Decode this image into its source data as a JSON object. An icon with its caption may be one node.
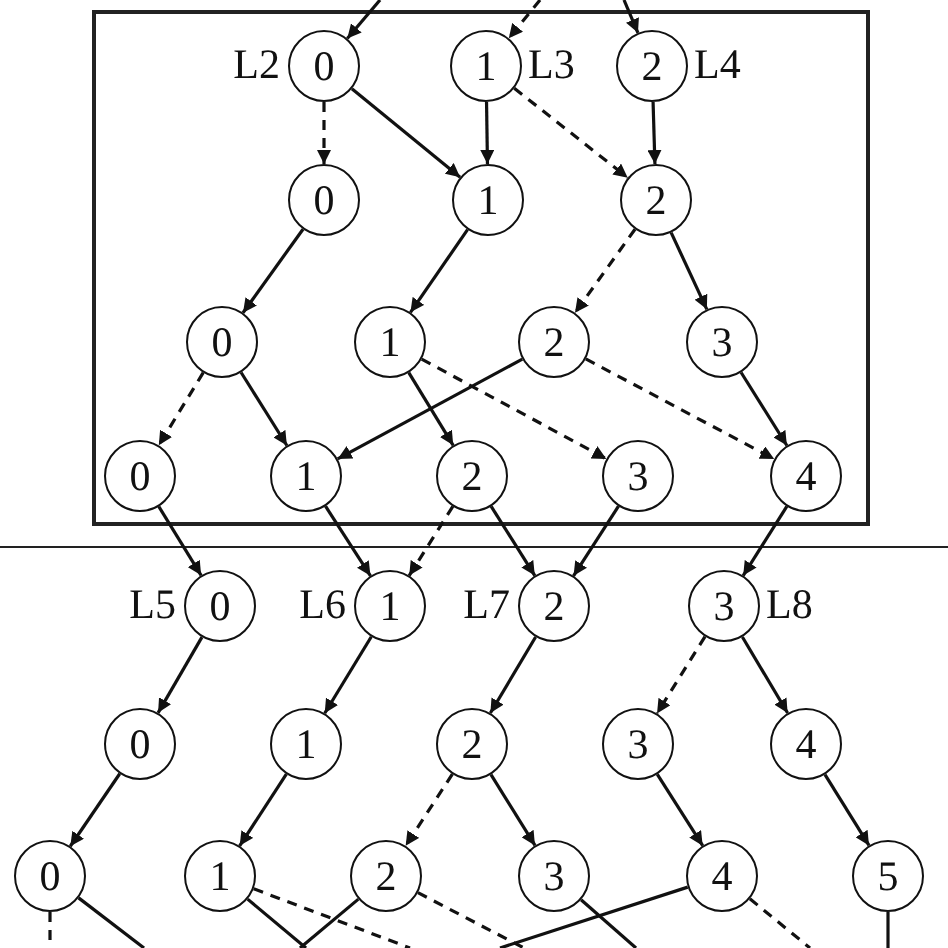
{
  "diagram": {
    "nodes": [
      {
        "text": [],
        "shape": "box"
      },
      {
        "text": [
          "0"
        ],
        "in": 0,
        "beside": [
          "L2"
        ]
      },
      {
        "text": [
          "1"
        ],
        "in": 0,
        "beside": [
          "L3"
        ]
      },
      {
        "text": [
          "2"
        ],
        "in": 0,
        "beside": [
          "L4"
        ]
      },
      {
        "text": [
          "0"
        ],
        "in": 0
      },
      {
        "text": [
          "1"
        ],
        "in": 0
      },
      {
        "text": [
          "2"
        ],
        "in": 0
      },
      {
        "text": [
          "0"
        ],
        "in": 0
      },
      {
        "text": [
          "1"
        ],
        "in": 0
      },
      {
        "text": [
          "2"
        ],
        "in": 0
      },
      {
        "text": [
          "3"
        ],
        "in": 0
      },
      {
        "text": [
          "0"
        ],
        "in": 0
      },
      {
        "text": [
          "1"
        ],
        "in": 0
      },
      {
        "text": [
          "2"
        ],
        "in": 0
      },
      {
        "text": [
          "3"
        ],
        "in": 0
      },
      {
        "text": [
          "4"
        ],
        "in": 0
      },
      {
        "text": [
          "0"
        ],
        "beside": [
          "L5"
        ]
      },
      {
        "text": [
          "1"
        ],
        "beside": [
          "L6"
        ]
      },
      {
        "text": [
          "2"
        ],
        "beside": [
          "L7"
        ]
      },
      {
        "text": [
          "3"
        ],
        "beside": [
          "L8"
        ]
      },
      {
        "text": [
          "0"
        ]
      },
      {
        "text": [
          "1"
        ]
      },
      {
        "text": [
          "2"
        ]
      },
      {
        "text": [
          "3"
        ]
      },
      {
        "text": [
          "4"
        ]
      },
      {
        "text": [
          "0"
        ]
      },
      {
        "text": [
          "1"
        ]
      },
      {
        "text": [
          "2"
        ]
      },
      {
        "text": [
          "3"
        ]
      },
      {
        "text": [
          "4"
        ]
      },
      {
        "text": [
          "5"
        ]
      }
    ],
    "edges": [
      {
        "from": null,
        "to": 1,
        "arrow": "to"
      },
      {
        "from": null,
        "to": 2,
        "arrow": "to",
        "style": "dashed"
      },
      {
        "from": null,
        "to": 3,
        "arrow": "to"
      },
      {
        "from": 1,
        "to": 4,
        "arrow": "to",
        "style": "dashed"
      },
      {
        "from": 1,
        "to": 5,
        "arrow": "to"
      },
      {
        "from": 2,
        "to": 5,
        "arrow": "to"
      },
      {
        "from": 2,
        "to": 6,
        "arrow": "to",
        "style": "dashed"
      },
      {
        "from": 3,
        "to": 6,
        "arrow": "to"
      },
      {
        "from": 4,
        "to": 7,
        "arrow": "to"
      },
      {
        "from": 5,
        "to": 8,
        "arrow": "to"
      },
      {
        "from": 6,
        "to": 9,
        "arrow": "to",
        "style": "dashed"
      },
      {
        "from": 6,
        "to": 10,
        "arrow": "to"
      },
      {
        "from": 7,
        "to": 11,
        "arrow": "to",
        "style": "dashed"
      },
      {
        "from": 7,
        "to": 12,
        "arrow": "to"
      },
      {
        "from": 8,
        "to": 13,
        "arrow": "to"
      },
      {
        "from": 8,
        "to": 14,
        "arrow": "to",
        "style": "dashed"
      },
      {
        "from": 9,
        "to": 12,
        "arrow": "to"
      },
      {
        "from": 9,
        "to": 15,
        "arrow": "to",
        "style": "dashed"
      },
      {
        "from": 10,
        "to": 15,
        "arrow": "to"
      },
      {
        "from": 11,
        "to": 16,
        "arrow": "to"
      },
      {
        "from": 12,
        "to": 17,
        "arrow": "to"
      },
      {
        "from": 13,
        "to": 17,
        "arrow": "to",
        "style": "dashed"
      },
      {
        "from": 13,
        "to": 18,
        "arrow": "to"
      },
      {
        "from": 14,
        "to": 18,
        "arrow": "to"
      },
      {
        "from": 15,
        "to": 19,
        "arrow": "to"
      },
      {
        "from": 16,
        "to": 20,
        "arrow": "to"
      },
      {
        "from": 17,
        "to": 21,
        "arrow": "to"
      },
      {
        "from": 18,
        "to": 22,
        "arrow": "to"
      },
      {
        "from": 19,
        "to": 23,
        "arrow": "to",
        "style": "dashed"
      },
      {
        "from": 19,
        "to": 24,
        "arrow": "to"
      },
      {
        "from": 20,
        "to": 25,
        "arrow": "to"
      },
      {
        "from": 21,
        "to": 26,
        "arrow": "to"
      },
      {
        "from": 22,
        "to": 27,
        "arrow": "to",
        "style": "dashed"
      },
      {
        "from": 22,
        "to": 28,
        "arrow": "to"
      },
      {
        "from": 23,
        "to": 29,
        "arrow": "to"
      },
      {
        "from": 24,
        "to": 30,
        "arrow": "to"
      },
      {
        "from": 25,
        "to": null,
        "arrow": "none",
        "style": "dashed"
      },
      {
        "from": 25,
        "to": null,
        "arrow": "none"
      },
      {
        "from": 26,
        "to": null,
        "arrow": "none"
      },
      {
        "from": 26,
        "to": null,
        "arrow": "none",
        "style": "dashed"
      },
      {
        "from": 27,
        "to": null,
        "arrow": "none"
      },
      {
        "from": 27,
        "to": null,
        "arrow": "none",
        "style": "dashed"
      },
      {
        "from": 28,
        "to": null,
        "arrow": "none"
      },
      {
        "from": 29,
        "to": null,
        "arrow": "none"
      },
      {
        "from": 29,
        "to": null,
        "arrow": "none",
        "style": "dashed"
      },
      {
        "from": 30,
        "to": null,
        "arrow": "none"
      }
    ]
  }
}
